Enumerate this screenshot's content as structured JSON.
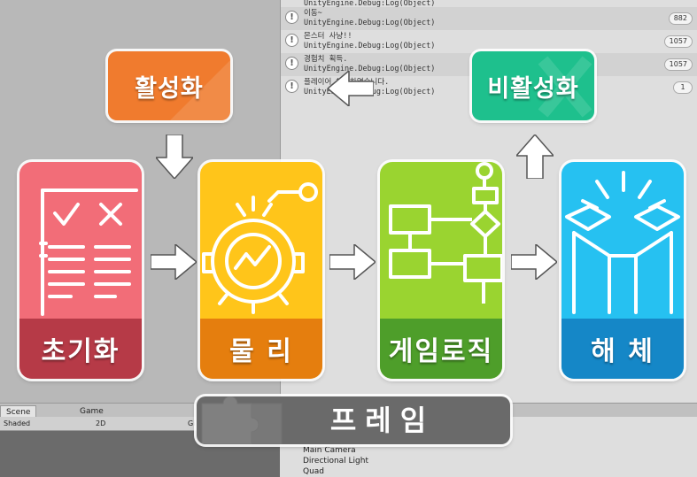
{
  "console": {
    "rows": [
      {
        "msg": "",
        "src": "UnityEngine.Debug:Log(Object)",
        "count": ""
      },
      {
        "msg": "이동~",
        "src": "UnityEngine.Debug:Log(Object)",
        "count": "882"
      },
      {
        "msg": "몬스터 사냥!!",
        "src": "UnityEngine.Debug:Log(Object)",
        "count": "1057"
      },
      {
        "msg": "경험치 획득.",
        "src": "UnityEngine.Debug:Log(Object)",
        "count": "1057"
      },
      {
        "msg": "플레이어 해제하였습니다.",
        "src": "UnityEngine.Debug:Log(Object)",
        "count": "1"
      }
    ]
  },
  "editor": {
    "tab_scene": "Scene",
    "tab_game": "Game",
    "shading": "Shaded",
    "mode_2d": "2D",
    "gizmos": "Gi",
    "hierarchy": [
      "Main Camera",
      "Directional Light",
      "Quad"
    ]
  },
  "diagram": {
    "activate": "활성화",
    "deactivate": "비활성화",
    "init": "초기화",
    "physics": "물 리",
    "gamelogic": "게임로직",
    "dispose": "해 체",
    "frame": "프레임"
  },
  "colors": {
    "init_top": "#f26d78",
    "init_band": "#b63a47",
    "physics_top": "#ffc51a",
    "physics_band": "#e57e0e",
    "gamelogic_top": "#9ad430",
    "gamelogic_band": "#4e9e2a",
    "dispose_top": "#26c1f1",
    "dispose_band": "#1587c7",
    "activate": "#f07b2e",
    "deactivate": "#1ec08d",
    "frame": "#6a6a6a"
  },
  "icons": [
    "checklist-icon",
    "gear-chart-icon",
    "flowchart-icon",
    "open-box-icon",
    "puzzle-icon",
    "arrow-icon"
  ]
}
